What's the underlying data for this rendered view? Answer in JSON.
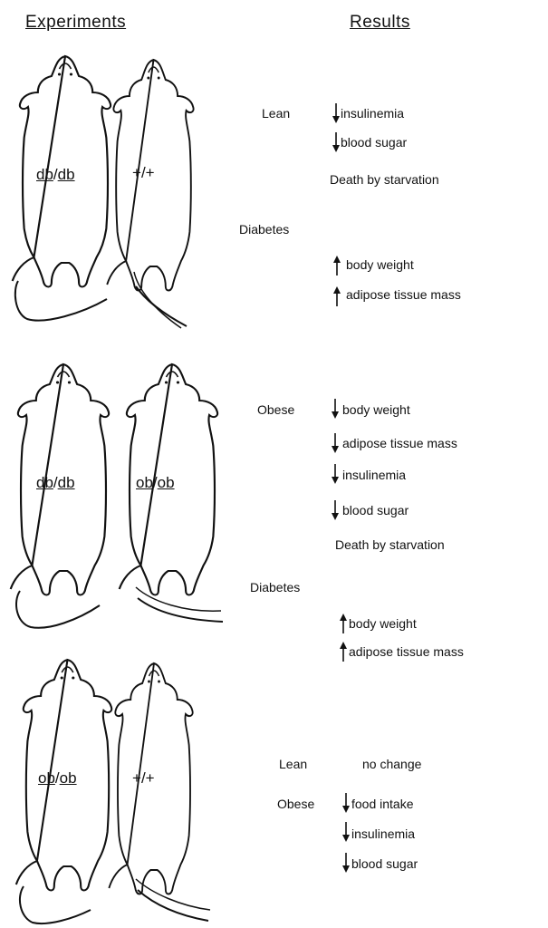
{
  "headers": {
    "experiments": "Experiments",
    "results": "Results"
  },
  "experiments": [
    {
      "left_genotype": {
        "a": "db",
        "sep": "/",
        "b": "db"
      },
      "right_genotype": {
        "a": "+",
        "sep": "/",
        "b": "+"
      },
      "results": [
        {
          "group": "Lean",
          "effects": [
            {
              "direction": "down",
              "text": "insulinemia"
            },
            {
              "direction": "down",
              "text": "blood sugar"
            }
          ],
          "outcome": "Death by starvation"
        },
        {
          "group": "Diabetes",
          "effects": [
            {
              "direction": "up",
              "text": "body weight"
            },
            {
              "direction": "up",
              "text": "adipose tissue mass"
            }
          ]
        }
      ]
    },
    {
      "left_genotype": {
        "a": "db",
        "sep": "/",
        "b": "db"
      },
      "right_genotype": {
        "a": "ob",
        "sep": "/",
        "b": "ob"
      },
      "results": [
        {
          "group": "Obese",
          "effects": [
            {
              "direction": "down",
              "text": "body weight"
            },
            {
              "direction": "down",
              "text": "adipose tissue mass"
            },
            {
              "direction": "down",
              "text": "insulinemia"
            },
            {
              "direction": "down",
              "text": "blood sugar"
            }
          ],
          "outcome": "Death by starvation"
        },
        {
          "group": "Diabetes",
          "effects": [
            {
              "direction": "up",
              "text": "body weight"
            },
            {
              "direction": "up",
              "text": "adipose tissue mass"
            }
          ]
        }
      ]
    },
    {
      "left_genotype": {
        "a": "ob",
        "sep": "/",
        "b": "ob"
      },
      "right_genotype": {
        "a": "+",
        "sep": "/",
        "b": "+"
      },
      "results": [
        {
          "group": "Lean",
          "note": "no change"
        },
        {
          "group": "Obese",
          "effects": [
            {
              "direction": "down",
              "text": "food intake"
            },
            {
              "direction": "down",
              "text": "insulinemia"
            },
            {
              "direction": "down",
              "text": "blood sugar"
            }
          ]
        }
      ]
    }
  ]
}
